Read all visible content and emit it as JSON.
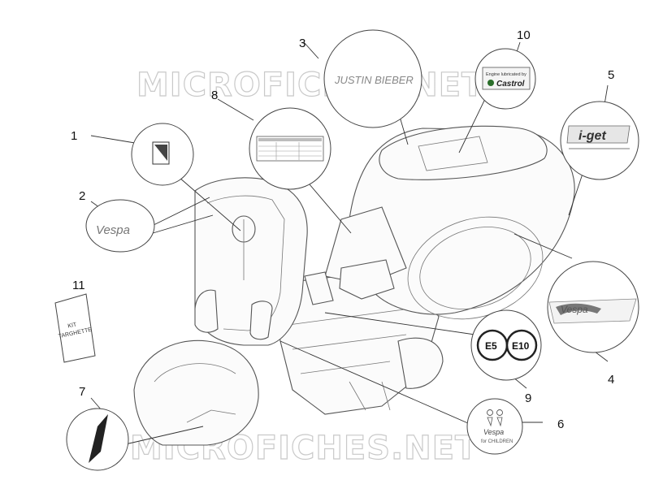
{
  "watermark": {
    "top": "MICROFICHES.NET",
    "bottom": "MICROFICHES.NET"
  },
  "callouts": [
    {
      "id": "1",
      "label": "1"
    },
    {
      "id": "2",
      "label": "2"
    },
    {
      "id": "3",
      "label": "3"
    },
    {
      "id": "4",
      "label": "4"
    },
    {
      "id": "5",
      "label": "5"
    },
    {
      "id": "6",
      "label": "6"
    },
    {
      "id": "7",
      "label": "7"
    },
    {
      "id": "8",
      "label": "8"
    },
    {
      "id": "9",
      "label": "9"
    },
    {
      "id": "10",
      "label": "10"
    },
    {
      "id": "11",
      "label": "11"
    }
  ],
  "decals": {
    "signature": "JUSTIN BIEBER",
    "castrol_top": "Engine lubricated by",
    "castrol_brand": "Castrol",
    "iget": "i-get",
    "vespa_script": "Vespa",
    "e5": "E5",
    "e10": "E10",
    "kit_line1": "KIT",
    "kit_line2": "TARGHETTE",
    "sticker6_brand": "Vespa",
    "sticker6_sub": "for CHILDREN"
  }
}
